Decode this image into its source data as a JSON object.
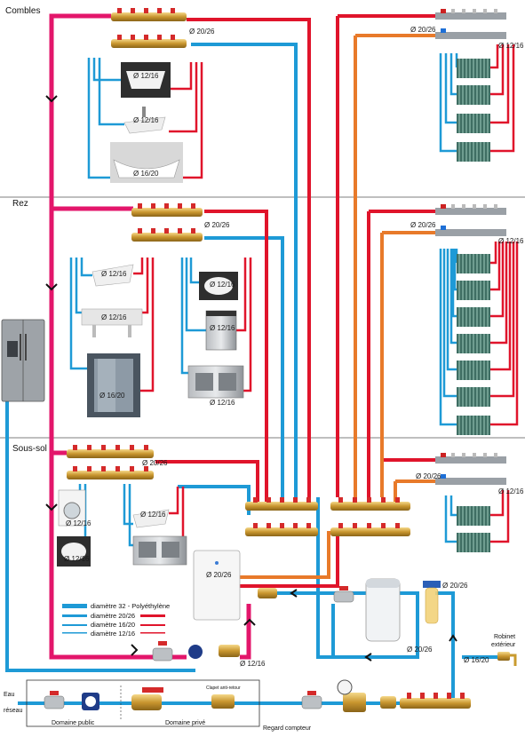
{
  "floors": {
    "combles": "Combles",
    "rez": "Rez",
    "sous_sol": "Sous-sol"
  },
  "diameters": {
    "d2026_combles_left": "Ø 20/26",
    "d2026_combles_right": "Ø 20/26",
    "d1216_combles_right": "Ø 12/16",
    "d1216_sink1": "Ø 12/16",
    "d1216_sink2": "Ø 12/16",
    "d1620_tub": "Ø 16/20",
    "d2026_rez_left": "Ø 20/26",
    "d2026_rez_right": "Ø 20/26",
    "d1216_rez_right": "Ø 12/16",
    "d1216_rez_sink1": "Ø 12/16",
    "d1216_rez_sink2": "Ø 12/16",
    "d1620_shower": "Ø 16/20",
    "d1216_wc": "Ø 12/16",
    "d1216_dish": "Ø 12/16",
    "d1216_kitchen": "Ø 12/16",
    "d2026_ss_left": "Ø 20/26",
    "d2026_ss_right": "Ø 20/26",
    "d1216_ss_right": "Ø 12/16",
    "d1216_washer": "Ø 12/16",
    "d1216_ss_wc": "Ø 12/16",
    "d1216_ss_sink": "Ø 12/16",
    "d2026_boiler": "Ø 20/26",
    "d2026_filter": "Ø 20/26",
    "d2026_bottom": "Ø 20/26",
    "d1216_bottom": "Ø 12/16",
    "d1620_ext": "Ø 16/20"
  },
  "legend": {
    "l32": "diamètre 32 - Polyéthylène",
    "l2026": "diamètre 20/26",
    "l1620": "diamètre 16/20",
    "l1216": "diamètre 12/16"
  },
  "labels": {
    "robinet": "Robinet",
    "exterieur": "extérieur",
    "eau": "Eau",
    "reseau": "réseau",
    "domaine_public": "Domaine public",
    "domaine_prive": "Domaine privé",
    "clapet": "Clapet anti-retour",
    "regard": "Regard compteur"
  },
  "colors": {
    "cold": "#1e9ad6",
    "hot": "#e0142b",
    "heating": "#e87a2a",
    "main": "#e3166b"
  }
}
